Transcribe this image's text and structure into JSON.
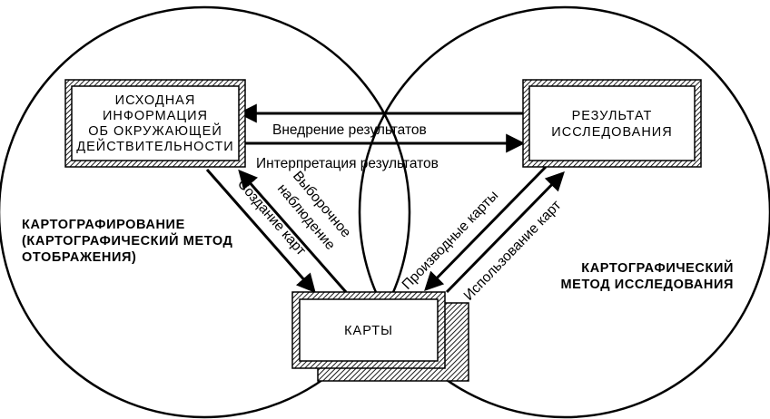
{
  "boxes": {
    "source_info": {
      "lines": [
        "ИСХОДНАЯ",
        "ИНФОРМАЦИЯ",
        "ОБ ОКРУЖАЮЩЕЙ",
        "ДЕЙСТВИТЕЛЬНОСТИ"
      ]
    },
    "result": {
      "lines": [
        "РЕЗУЛЬТАТ",
        "ИССЛЕДОВАНИЯ"
      ]
    },
    "maps": {
      "label": "КАРТЫ"
    }
  },
  "regions": {
    "left": {
      "lines": [
        "КАРТОГРАФИРОВАНИЕ",
        "(КАРТОГРАФИЧЕСКИЙ МЕТОД",
        "ОТОБРАЖЕНИЯ)"
      ]
    },
    "right": {
      "lines": [
        "КАРТОГРАФИЧЕСКИЙ",
        "МЕТОД ИССЛЕДОВАНИЯ"
      ]
    }
  },
  "arrows": {
    "implementation": "Внедрение результатов",
    "interpretation": "Интерпретация результатов",
    "sample_observation_1": "Выборочное",
    "sample_observation_2": "наблюдение",
    "map_creation": "Создание карт",
    "derived_maps": "Производные карты",
    "map_use": "Использование карт"
  }
}
